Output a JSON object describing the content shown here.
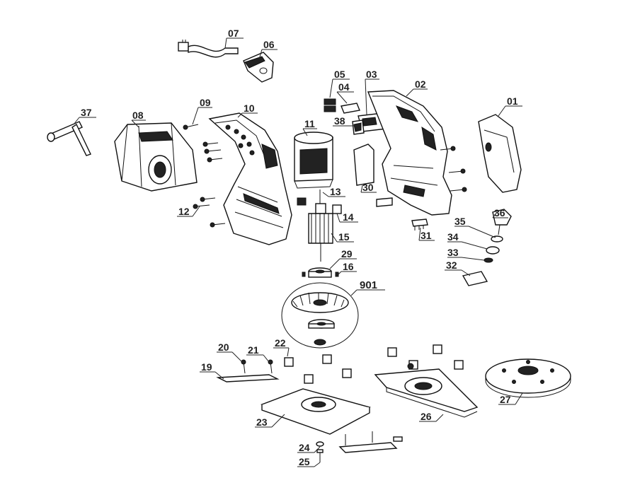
{
  "labels": {
    "p01": "01",
    "p02": "02",
    "p03": "03",
    "p04": "04",
    "p05": "05",
    "p06": "06",
    "p07": "07",
    "p08": "08",
    "p09": "09",
    "p10": "10",
    "p11": "11",
    "p12": "12",
    "p13": "13",
    "p14": "14",
    "p15": "15",
    "p16": "16",
    "p19": "19",
    "p20": "20",
    "p21": "21",
    "p22": "22",
    "p23": "23",
    "p24": "24",
    "p25": "25",
    "p26": "26",
    "p27": "27",
    "p29": "29",
    "p30": "30",
    "p31": "31",
    "p32": "32",
    "p33": "33",
    "p34": "34",
    "p35": "35",
    "p36": "36",
    "p37": "37",
    "p38": "38",
    "p901": "901"
  }
}
